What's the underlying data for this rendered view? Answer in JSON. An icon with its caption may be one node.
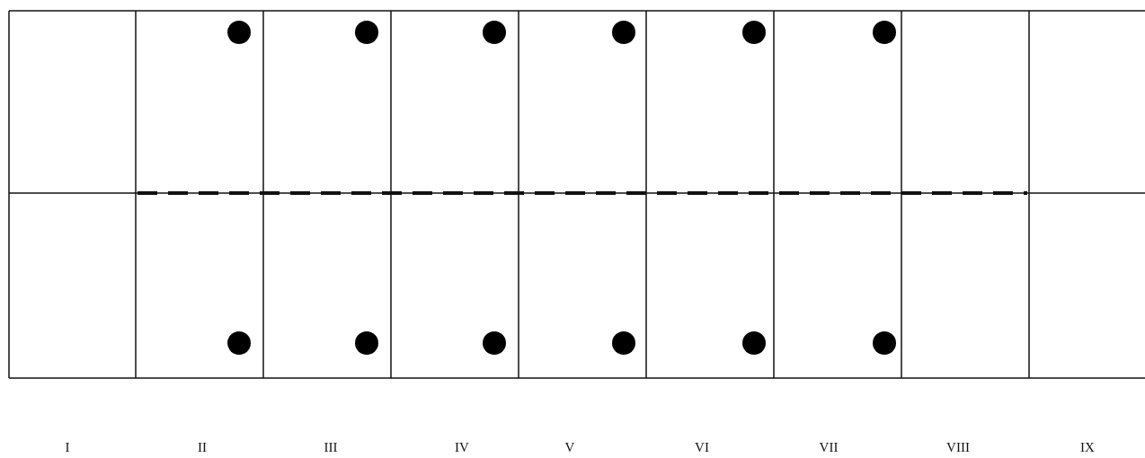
{
  "diagram": {
    "labels": [
      "I",
      "II",
      "III",
      "IV",
      "V",
      "VI",
      "VII",
      "VIII",
      "IX"
    ]
  }
}
